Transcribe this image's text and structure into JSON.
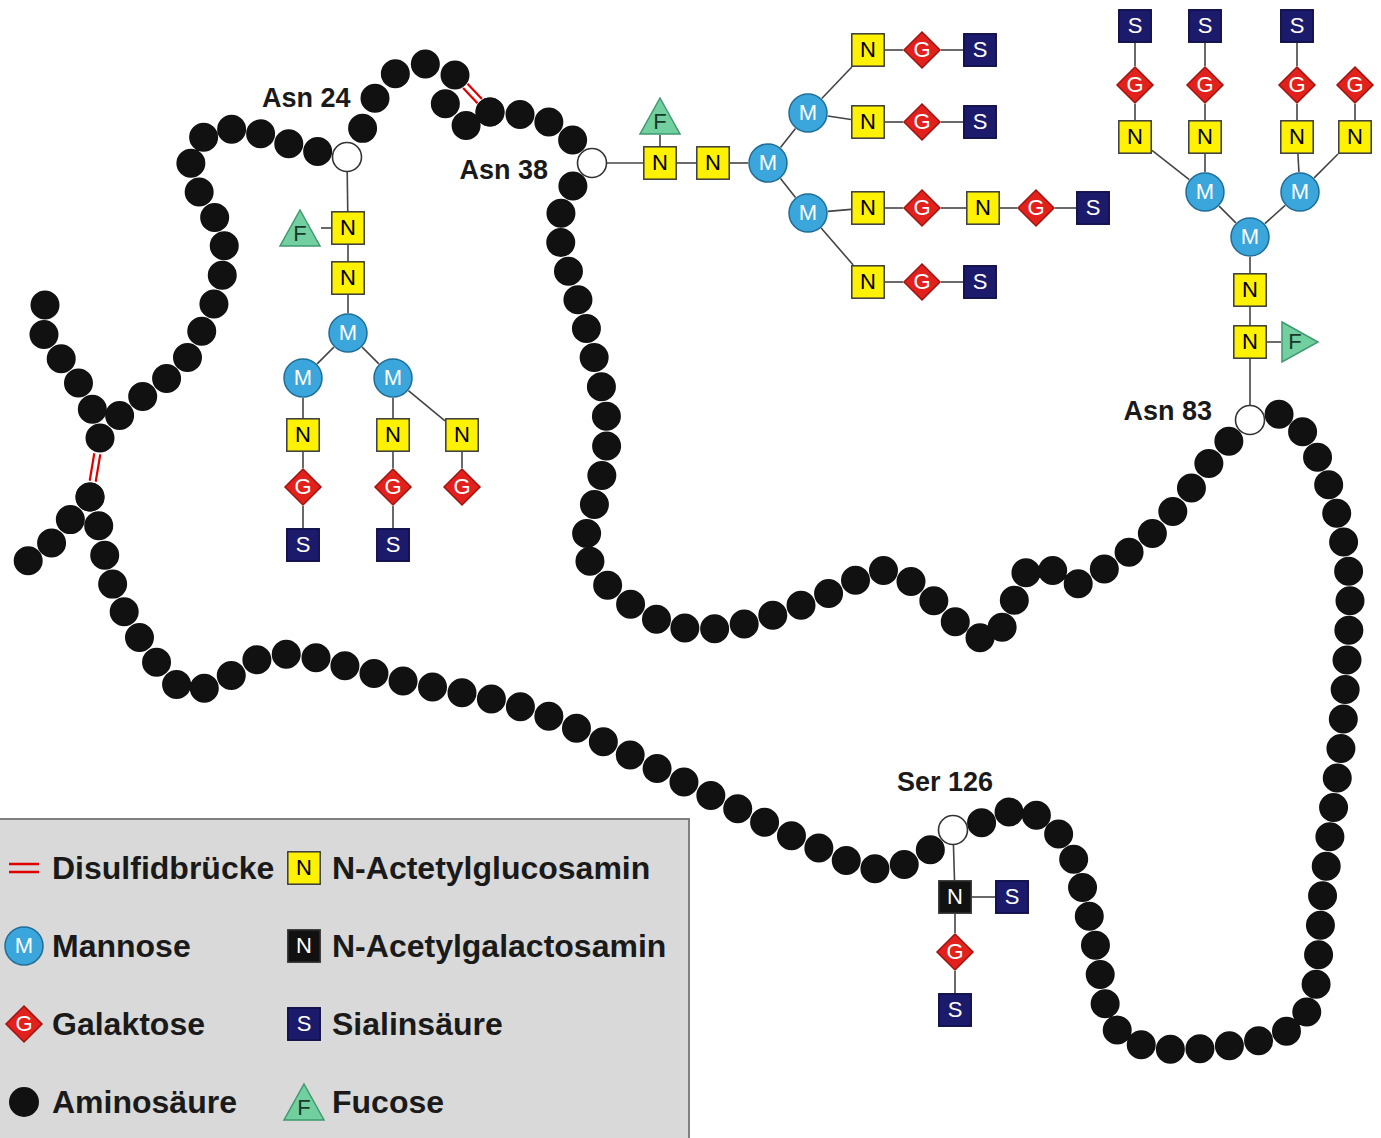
{
  "diagram": {
    "nodes": [
      {
        "text": [
          "F"
        ]
      },
      {
        "text": [
          "N"
        ]
      },
      {
        "text": [
          "N"
        ]
      },
      {
        "text": [
          "M"
        ]
      },
      {
        "text": [
          "M"
        ]
      },
      {
        "text": [
          "M"
        ]
      },
      {
        "text": [
          "N"
        ]
      },
      {
        "text": [
          "N"
        ]
      },
      {
        "text": [
          "N"
        ]
      },
      {
        "text": [
          "G"
        ]
      },
      {
        "text": [
          "G"
        ]
      },
      {
        "text": [
          "G"
        ]
      },
      {
        "text": [
          "S"
        ]
      },
      {
        "text": [
          "S"
        ]
      },
      {
        "text": [
          "F"
        ]
      },
      {
        "text": [
          "N"
        ]
      },
      {
        "text": [
          "N"
        ]
      },
      {
        "text": [
          "M"
        ]
      },
      {
        "text": [
          "M"
        ]
      },
      {
        "text": [
          "M"
        ]
      },
      {
        "text": [
          "N"
        ]
      },
      {
        "text": [
          "G"
        ]
      },
      {
        "text": [
          "S"
        ]
      },
      {
        "text": [
          "N"
        ]
      },
      {
        "text": [
          "G"
        ]
      },
      {
        "text": [
          "S"
        ]
      },
      {
        "text": [
          "N"
        ]
      },
      {
        "text": [
          "G"
        ]
      },
      {
        "text": [
          "N"
        ]
      },
      {
        "text": [
          "G"
        ]
      },
      {
        "text": [
          "S"
        ]
      },
      {
        "text": [
          "N"
        ]
      },
      {
        "text": [
          "G"
        ]
      },
      {
        "text": [
          "S"
        ]
      },
      {
        "text": [
          "S"
        ]
      },
      {
        "text": [
          "S"
        ]
      },
      {
        "text": [
          "S"
        ]
      },
      {
        "text": [
          "G"
        ]
      },
      {
        "text": [
          "G"
        ]
      },
      {
        "text": [
          "G"
        ]
      },
      {
        "text": [
          "G"
        ]
      },
      {
        "text": [
          "N"
        ]
      },
      {
        "text": [
          "N"
        ]
      },
      {
        "text": [
          "N"
        ]
      },
      {
        "text": [
          "N"
        ]
      },
      {
        "text": [
          "M"
        ]
      },
      {
        "text": [
          "M"
        ]
      },
      {
        "text": [
          "M"
        ]
      },
      {
        "text": [
          "N"
        ]
      },
      {
        "text": [
          "N"
        ]
      },
      {
        "text": [
          "F"
        ]
      },
      {
        "text": [
          "N"
        ]
      },
      {
        "text": [
          "S"
        ]
      },
      {
        "text": [
          "G"
        ]
      },
      {
        "text": [
          "S"
        ]
      }
    ],
    "edges": [
      {
        "from": 1,
        "to": 0,
        "arrow": "none"
      },
      {
        "from": 1,
        "to": 2,
        "arrow": "none"
      },
      {
        "from": 2,
        "to": 3,
        "arrow": "none"
      },
      {
        "from": 3,
        "to": 4,
        "arrow": "none"
      },
      {
        "from": 3,
        "to": 5,
        "arrow": "none"
      },
      {
        "from": 4,
        "to": 6,
        "arrow": "none"
      },
      {
        "from": 5,
        "to": 7,
        "arrow": "none"
      },
      {
        "from": 5,
        "to": 8,
        "arrow": "none"
      },
      {
        "from": 6,
        "to": 9,
        "arrow": "none"
      },
      {
        "from": 7,
        "to": 10,
        "arrow": "none"
      },
      {
        "from": 8,
        "to": 11,
        "arrow": "none"
      },
      {
        "from": 9,
        "to": 12,
        "arrow": "none"
      },
      {
        "from": 10,
        "to": 13,
        "arrow": "none"
      },
      {
        "from": 15,
        "to": 14,
        "arrow": "none"
      },
      {
        "from": 15,
        "to": 16,
        "arrow": "none"
      },
      {
        "from": 16,
        "to": 17,
        "arrow": "none"
      },
      {
        "from": 17,
        "to": 18,
        "arrow": "none"
      },
      {
        "from": 17,
        "to": 19,
        "arrow": "none"
      },
      {
        "from": 18,
        "to": 20,
        "arrow": "none"
      },
      {
        "from": 18,
        "to": 23,
        "arrow": "none"
      },
      {
        "from": 19,
        "to": 26,
        "arrow": "none"
      },
      {
        "from": 19,
        "to": 31,
        "arrow": "none"
      },
      {
        "from": 20,
        "to": 21,
        "arrow": "none"
      },
      {
        "from": 21,
        "to": 22,
        "arrow": "none"
      },
      {
        "from": 23,
        "to": 24,
        "arrow": "none"
      },
      {
        "from": 24,
        "to": 25,
        "arrow": "none"
      },
      {
        "from": 26,
        "to": 27,
        "arrow": "none"
      },
      {
        "from": 27,
        "to": 28,
        "arrow": "none"
      },
      {
        "from": 28,
        "to": 29,
        "arrow": "none"
      },
      {
        "from": 29,
        "to": 30,
        "arrow": "none"
      },
      {
        "from": 31,
        "to": 32,
        "arrow": "none"
      },
      {
        "from": 32,
        "to": 33,
        "arrow": "none"
      },
      {
        "from": 49,
        "to": 50,
        "arrow": "none"
      },
      {
        "from": 49,
        "to": 48,
        "arrow": "none"
      },
      {
        "from": 48,
        "to": 47,
        "arrow": "none"
      },
      {
        "from": 47,
        "to": 45,
        "arrow": "none"
      },
      {
        "from": 47,
        "to": 46,
        "arrow": "none"
      },
      {
        "from": 45,
        "to": 41,
        "arrow": "none"
      },
      {
        "from": 45,
        "to": 42,
        "arrow": "none"
      },
      {
        "from": 46,
        "to": 43,
        "arrow": "none"
      },
      {
        "from": 46,
        "to": 44,
        "arrow": "none"
      },
      {
        "from": 41,
        "to": 37,
        "arrow": "none"
      },
      {
        "from": 42,
        "to": 38,
        "arrow": "none"
      },
      {
        "from": 43,
        "to": 39,
        "arrow": "none"
      },
      {
        "from": 44,
        "to": 40,
        "arrow": "none"
      },
      {
        "from": 37,
        "to": 34,
        "arrow": "none"
      },
      {
        "from": 38,
        "to": 35,
        "arrow": "none"
      },
      {
        "from": 39,
        "to": 36,
        "arrow": "none"
      },
      {
        "from": 51,
        "to": 52,
        "arrow": "none"
      },
      {
        "from": 51,
        "to": 53,
        "arrow": "none"
      },
      {
        "from": 53,
        "to": 54,
        "arrow": "none"
      }
    ],
    "labels": [
      "Asn 24",
      "Asn 38",
      "Asn 83",
      "Ser 126",
      "M",
      "G",
      "N",
      "N",
      "S",
      "F"
    ],
    "legend": [
      {
        "text": "Disulfidbrücke"
      },
      {
        "text": "Mannose"
      },
      {
        "text": "Galaktose"
      },
      {
        "text": "Aminosäure"
      },
      {
        "text": "N-Actetylglucosamin"
      },
      {
        "text": "N-Acetylgalactosamin"
      },
      {
        "text": "Sialinsäure"
      },
      {
        "text": "Fucose"
      }
    ]
  }
}
